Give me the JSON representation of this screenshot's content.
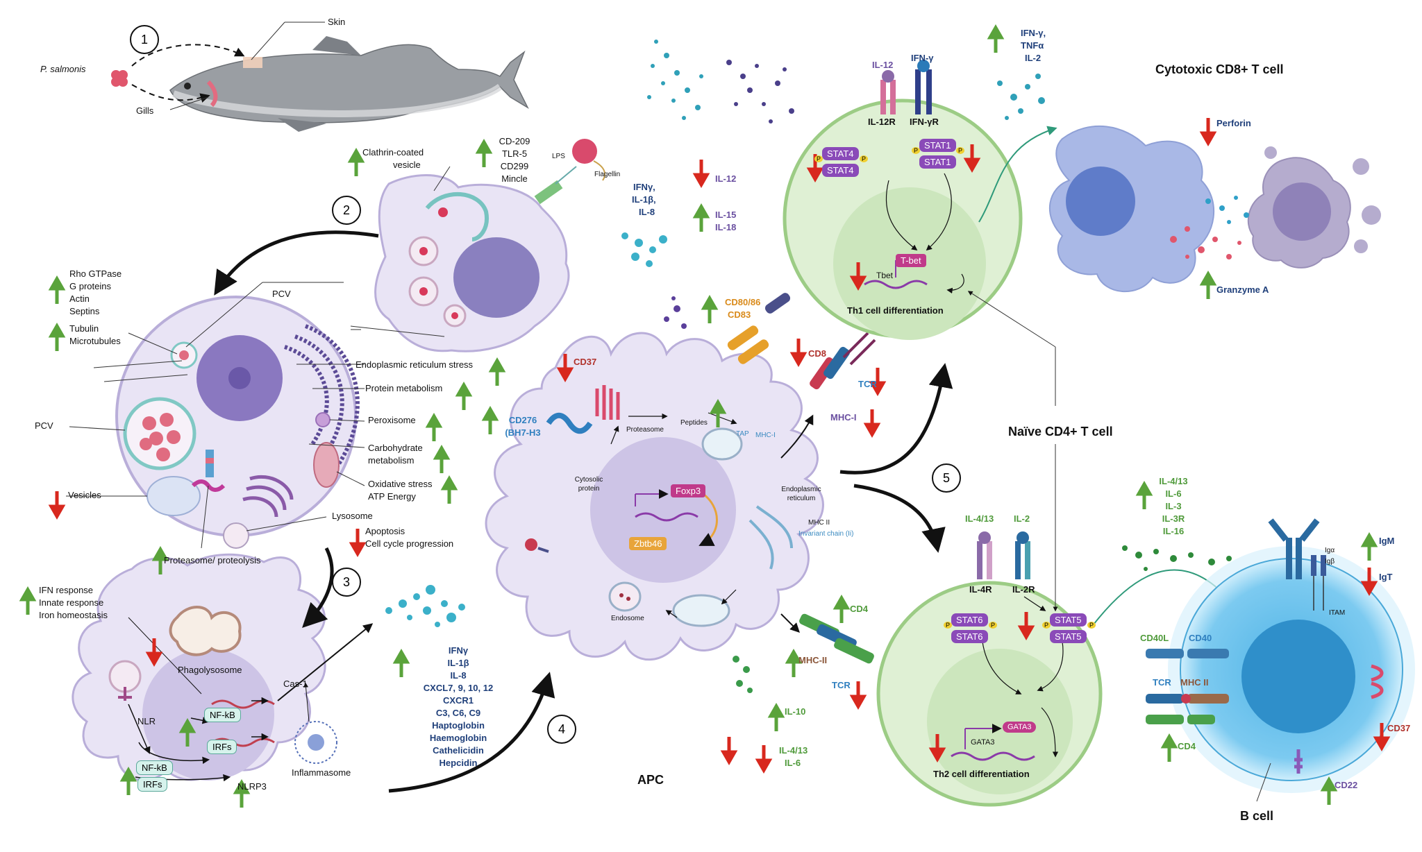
{
  "colors": {
    "cell": "#e9e4f5",
    "cell_border": "#b9aed9",
    "nucleus": "#b7a9da",
    "tcell": "#dff0d4",
    "tcell_border": "#9ccc85",
    "bcell": "#7cc8ec",
    "ctl": "#a9b8e6",
    "arrow_up": "#5aa33b",
    "arrow_down": "#d8281e"
  },
  "steps": [
    "1",
    "2",
    "3",
    "4",
    "5"
  ],
  "fish": {
    "pathogen": "P. salmonis",
    "skin": "Skin",
    "gills": "Gills"
  },
  "entry": {
    "clathrin": "Clathrin-coated",
    "vesicle": "vesicle",
    "receptors": [
      "CD-209",
      "TLR-5",
      "CD299",
      "Mincle"
    ],
    "lps": "LPS",
    "flagellin": "Flagellin",
    "cyto": [
      "IFNγ,",
      "IL-1β,",
      "IL-8"
    ]
  },
  "infected": {
    "rho": [
      "Rho GTPase",
      "G proteins",
      "Actin",
      "Septins"
    ],
    "tub": [
      "Tubulin",
      "Microtubules"
    ],
    "pcv": "PCV",
    "pcv_left": "PCV",
    "er": "Endoplasmic reticulum stress",
    "protein": "Protein metabolism",
    "perox": "Peroxisome",
    "carb": [
      "Carbohydrate",
      "metabolism"
    ],
    "ox": [
      "Oxidative stress",
      "ATP Energy"
    ],
    "lyso": "Lysosome",
    "vesicles": "Vesicles",
    "proteasome": "Proteasome/ proteolysis",
    "apop": [
      "Apoptosis",
      "Cell cycle progression"
    ]
  },
  "macro": {
    "ifn": [
      "IFN response",
      "Innate response",
      "Iron homeostasis"
    ],
    "phago": "Phagolysosome",
    "nfkb": "NF-kB",
    "irfs": "IRFs",
    "nlr": "NLR",
    "cas": "Cas-1",
    "inflam": "Inflammasome",
    "nlrp3": "NLRP3",
    "secreted": [
      "IFNγ",
      "IL-1β",
      "IL-8",
      "CXCL7, 9, 10, 12",
      "CXCR1",
      "C3, C6, C9",
      "Haptoglobin",
      "Haemoglobin",
      "Cathelicidin",
      "Hepcidin"
    ]
  },
  "apc": {
    "label": "APC",
    "cd37": "CD37",
    "cd276": [
      "CD276",
      "(BH7-H3"
    ],
    "cd80": [
      "CD80/86",
      "CD83"
    ],
    "cd8": "CD8",
    "tcr1": "TCR",
    "mhc1": "MHC-I",
    "proteasome": "Proteasome",
    "peptides": "Peptides",
    "tap": "TAP",
    "mhci_small": "MHC-I",
    "cytosolic": [
      "Cytosolic",
      "protein"
    ],
    "foxp3": "Foxp3",
    "zbtb": "Zbtb46",
    "er": [
      "Endoplasmic",
      "reticulum"
    ],
    "mhcii_small": "MHC II",
    "invariant": "Invariant chain (Ii)",
    "endosome": "Endosome",
    "cd4": "CD4",
    "mhc2": "MHC-II",
    "tcr2": "TCR",
    "il10": "IL-10",
    "il413": [
      "IL-4/13",
      "IL-6"
    ]
  },
  "th1": {
    "il12": "IL-12",
    "ifng": "IFN-γ",
    "il12r": "IL-12R",
    "ifngr": "IFN-γR",
    "stat4": "STAT4",
    "stat1": "STAT1",
    "p": "P",
    "tbet": "T-bet",
    "tbet_gene": "Tbet",
    "label": "Th1 cell differentiation",
    "il12_down": "IL-12",
    "il15": [
      "IL-15",
      "IL-18"
    ],
    "out": [
      "IFN-γ,",
      "TNFα",
      "IL-2"
    ]
  },
  "ctl": {
    "title": "Cytotoxic CD8+ T cell",
    "perforin": "Perforin",
    "granzyme": "Granzyme A"
  },
  "naive": "Naïve CD4+ T cell",
  "th2": {
    "il413": "IL-4/13",
    "il2": "IL-2",
    "il4r": "IL-4R",
    "il2r": "IL-2R",
    "stat6": "STAT6",
    "stat5": "STAT5",
    "gata3": "GATA3",
    "gata3_gene": "GATA3",
    "label": "Th2 cell differentiation",
    "out": [
      "IL-4/13",
      "IL-6",
      "IL-3",
      "IL-3R",
      "IL-16"
    ]
  },
  "bcell": {
    "label": "B cell",
    "cd40l": "CD40L",
    "cd40": "CD40",
    "tcr": "TCR",
    "mhc2": "MHC II",
    "cd4": "CD4",
    "iga": "Igα",
    "igb": "Igβ",
    "itam": "ITAM",
    "igm": "IgM",
    "igt": "IgT",
    "cd37": "CD37",
    "cd22": "CD22"
  }
}
